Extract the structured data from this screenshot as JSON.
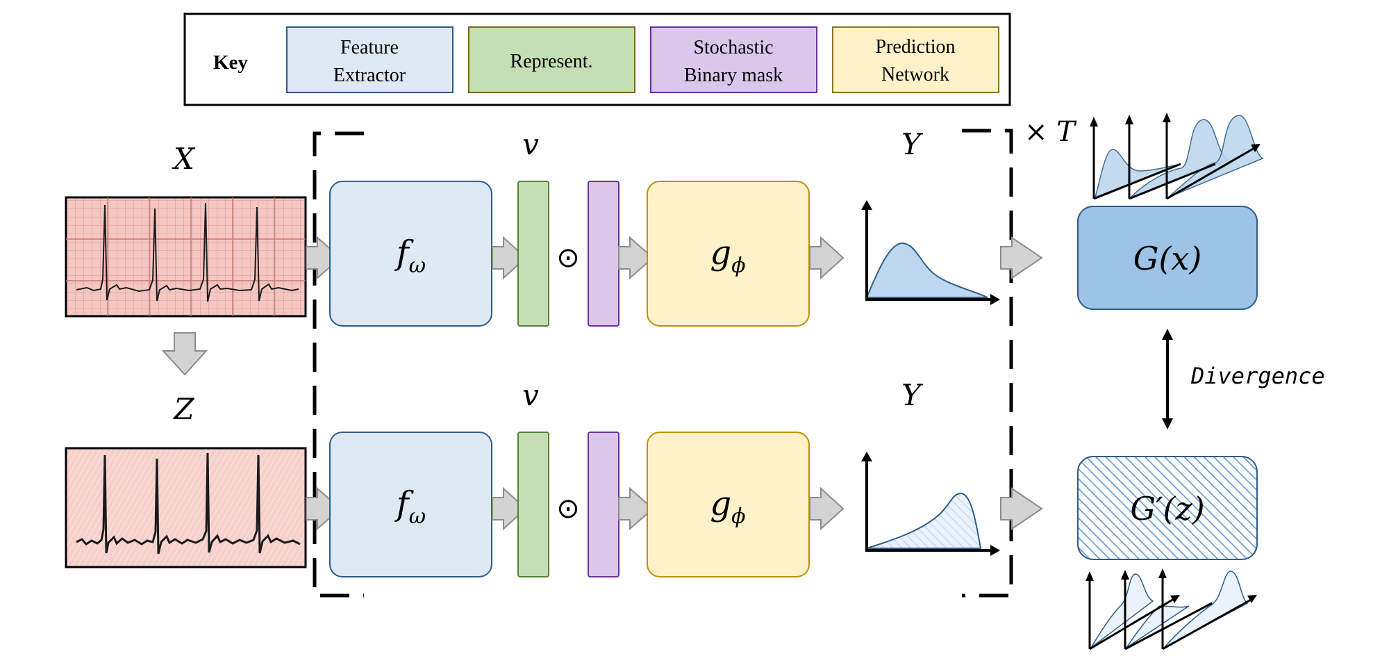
{
  "legend": {
    "key_label": "Key",
    "items": [
      {
        "line1": "Feature",
        "line2": "Extractor",
        "fill": "#dde9f5",
        "stroke": "#2e5c8a"
      },
      {
        "line1": "Represent.",
        "line2": "",
        "fill": "#c5dfb4",
        "stroke": "#7a6a1a"
      },
      {
        "line1": "Stochastic",
        "line2": "Binary mask",
        "fill": "#dbc6ec",
        "stroke": "#6a2fa0"
      },
      {
        "line1": "Prediction",
        "line2": "Network",
        "fill": "#fff1c8",
        "stroke": "#8a7420"
      }
    ]
  },
  "rows": [
    {
      "input_label": "X",
      "rep_label": "v",
      "extractor_base": "f",
      "extractor_sub": "ω",
      "odot": "⊙",
      "predictor_base": "g",
      "predictor_sub": "ϕ",
      "output_label": "Y",
      "result_label": "G(x)",
      "input_style": "clean"
    },
    {
      "input_label": "Z",
      "rep_label": "v",
      "extractor_base": "f",
      "extractor_sub": "ω",
      "odot": "⊙",
      "predictor_base": "g",
      "predictor_sub": "ϕ",
      "output_label": "Y",
      "result_label": "G′(z)",
      "input_style": "noisy"
    }
  ],
  "repeat_label": "× T",
  "divergence_label": "Divergence",
  "colors": {
    "extractor": "#dde9f5",
    "extractor_stroke": "#2e5c8a",
    "rep": "#c5dfb4",
    "rep_stroke": "#548235",
    "mask": "#dbc6ec",
    "mask_stroke": "#6a2fa0",
    "predictor": "#fff1c8",
    "predictor_stroke": "#bf9000",
    "result_solid": "#9dc3e6",
    "result_stroke": "#2e5c8a",
    "arrow_fill": "#d3d3d3",
    "arrow_stroke": "#8c8c8c",
    "ecg_bg": "#f4c7c3",
    "ecg_grid": "#d98b84"
  }
}
